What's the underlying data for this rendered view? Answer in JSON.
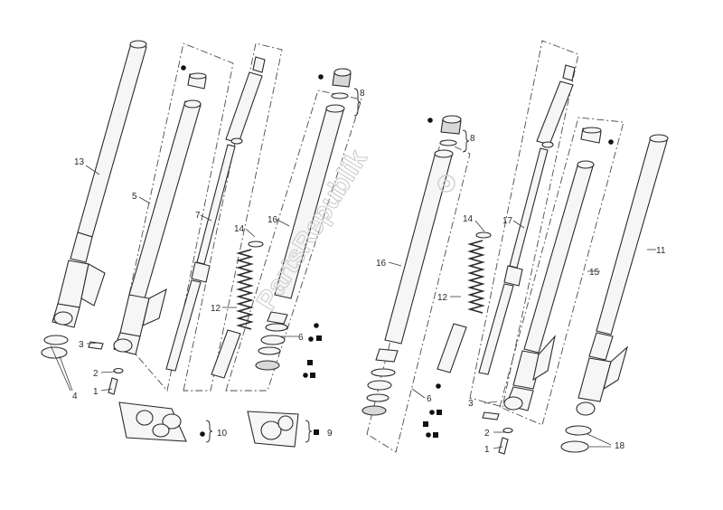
{
  "watermark": {
    "text": "PartsRepublik",
    "icon": "gear-icon"
  },
  "callouts": {
    "c1_left": "1",
    "c2_left": "2",
    "c3_left": "3",
    "c4_left": "4",
    "c5_left": "5",
    "c6_left": "6",
    "c7_left": "7",
    "c8_left": "8",
    "c9_left": "9",
    "c10_left": "10",
    "c12_left": "12",
    "c13_left": "13",
    "c14_left": "14",
    "c16_left": "16",
    "c1_right": "1",
    "c2_right": "2",
    "c3_right": "3",
    "c6_right": "6",
    "c8_right": "8",
    "c11_right": "11",
    "c12_right": "12",
    "c14_right": "14",
    "c15_right": "15",
    "c16_right": "16",
    "c17_right": "17",
    "c18_right": "18"
  },
  "legend_symbols": [
    "dot",
    "square"
  ],
  "colors": {
    "line": "#2a2a2a",
    "fill": "#f6f6f6",
    "watermark": "#cfcfcf"
  }
}
